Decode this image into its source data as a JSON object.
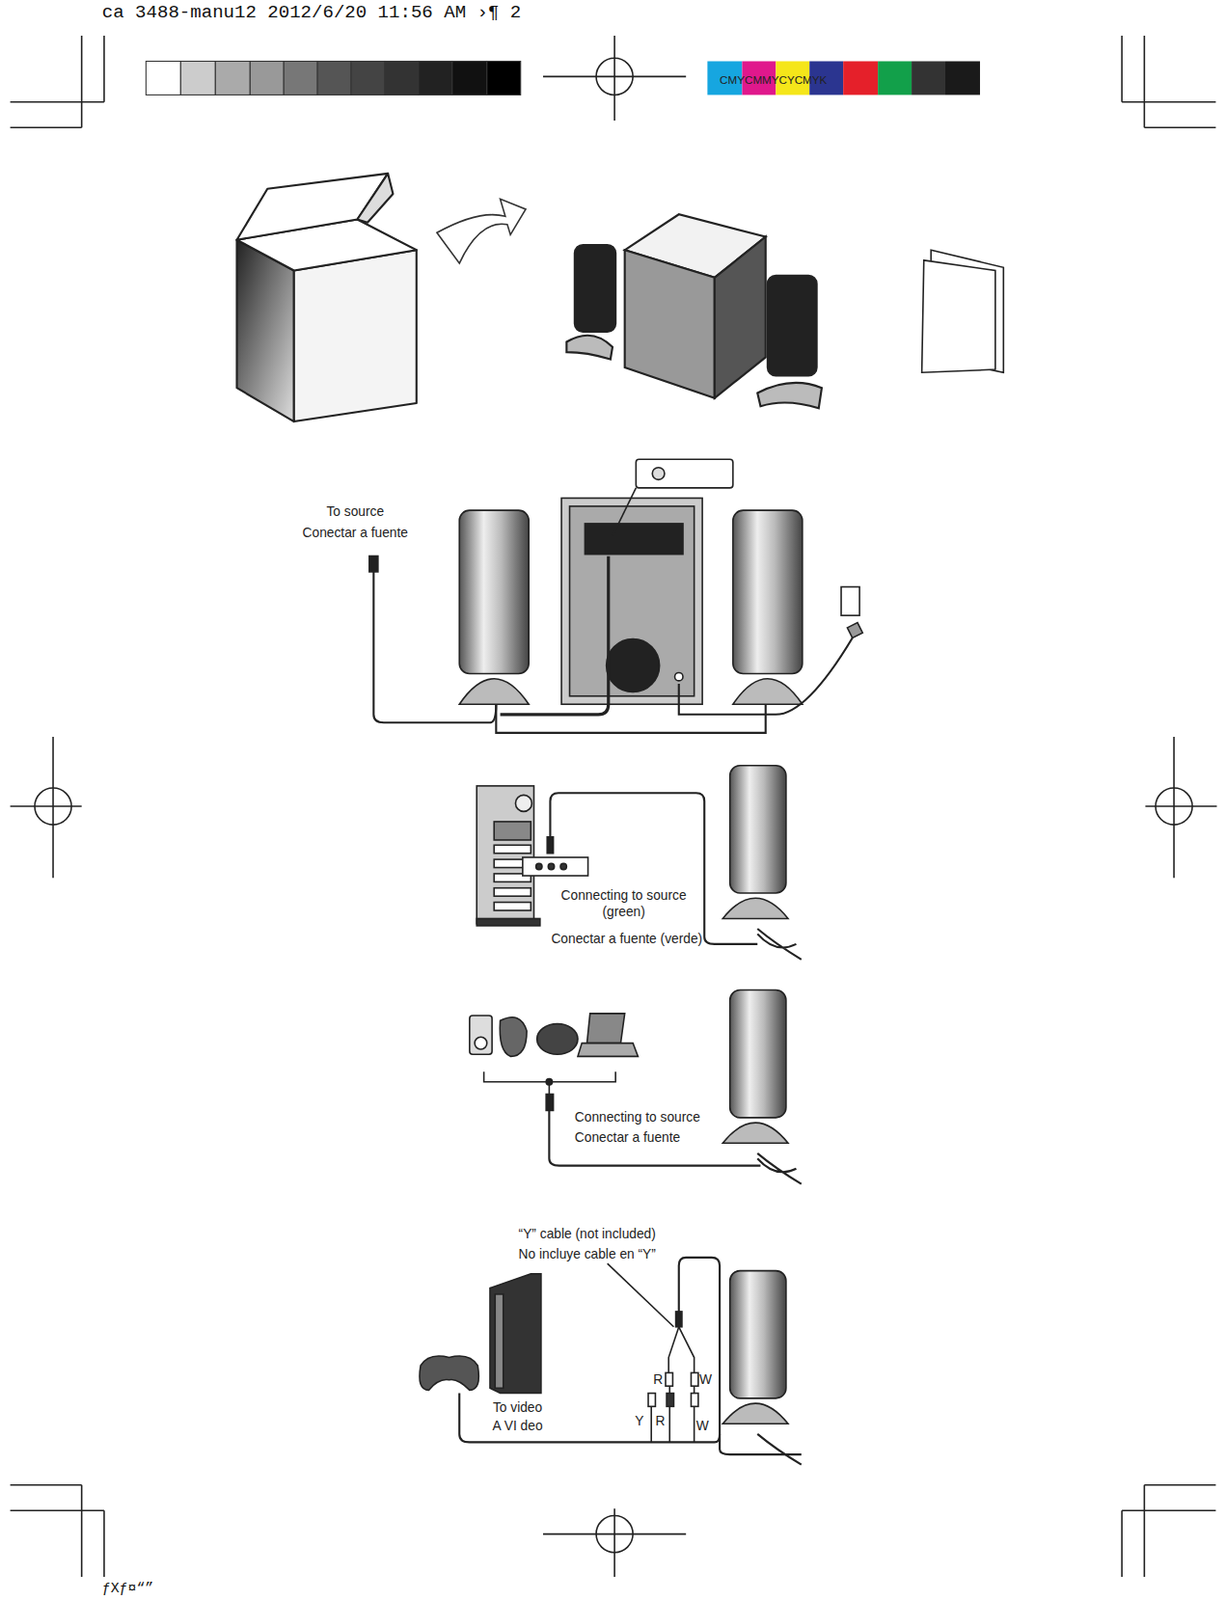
{
  "diagram": {
    "labels": [
      "ca 3488-manu12 2012/6/20 11:56 AM ›¶ 2",
      "CMYCMMYCYCMYK",
      "To source",
      "Conectar a fuente",
      "Connecting to source (green)",
      "Conectar a fuente (verde)",
      "Connecting to source",
      "Conectar a fuente",
      "“Y” cable (not included)",
      "No incluye cable en “Y”",
      "R",
      "W",
      "Y",
      "R",
      "W",
      "To video",
      "A VI deo",
      "ƒXƒ¤“”"
    ]
  }
}
